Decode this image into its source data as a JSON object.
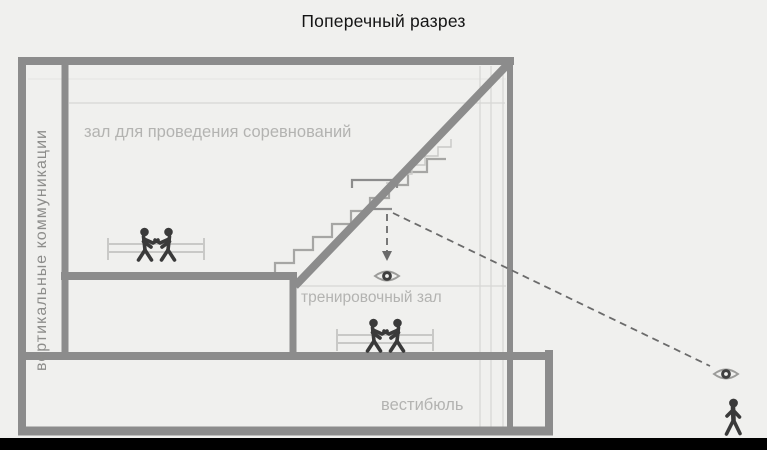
{
  "title": "Поперечный разрез",
  "labels": {
    "vertical_communications": "вертикальные коммуникации",
    "competition_hall": "зал для проведения соревнований",
    "training_hall": "тренировочный зал",
    "vestibule": "вестибюль"
  },
  "icons": {
    "competition_ring": "boxing-ring-with-two-boxers-icon",
    "training_ring": "boxing-ring-with-two-boxers-icon",
    "training_sightline_eye": "eye-icon",
    "entrance_sightline_eye": "eye-icon",
    "entrance_person": "walking-person-icon"
  },
  "colors": {
    "background": "#f0f0ee",
    "wall": "#8c8c8c",
    "thin-line": "#d6d6d4",
    "stair-line": "#a6a6a4",
    "label-text": "#b3b3b1",
    "vertical-label-text": "#8d8d8b",
    "title-text": "#141414",
    "pictogram": "#3a3a3a",
    "sightline": "#6b6b6b",
    "ground": "#000000"
  }
}
